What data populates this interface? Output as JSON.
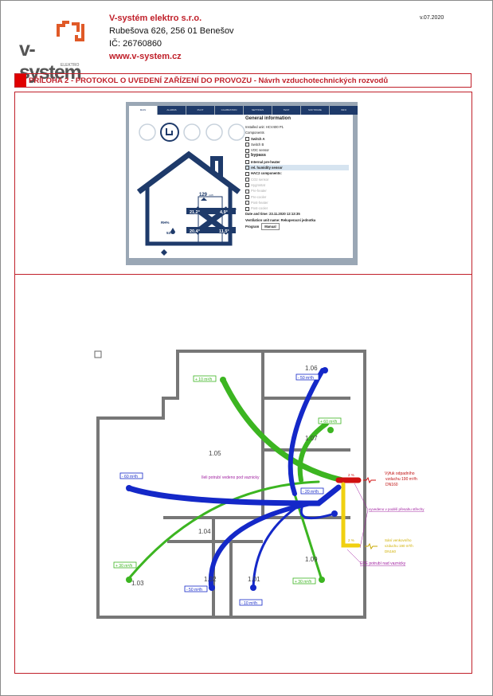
{
  "header": {
    "logo_text": "v-system",
    "logo_sub": "ELEKTRO",
    "company": "V-systém elektro s.r.o.",
    "address": "Rubešova 626, 256 01 Benešov",
    "ic": "IČ: 26760860",
    "web": "www.v-system.cz",
    "version": "v.07.2020"
  },
  "title": "PŘÍLOHA 2 - PROTOKOL O UVEDENÍ ZAŘÍZENÍ DO PROVOZU - Návrh vzduchotechnických rozvodů",
  "screenshot": {
    "tabs": [
      "MAIN",
      "ALARMS",
      "PLOT",
      "CALIBRATION",
      "SETTINGS",
      "TEST",
      "SOFTWARE",
      "INFO"
    ],
    "info": {
      "heading": "General information",
      "installed": "Installed unit:  HCV400 P1",
      "components": "Components",
      "items": [
        "Switch A",
        "Switch B",
        "VOC sensor",
        "bypass",
        "Internal pre-heater",
        "rel. humidity sensor"
      ],
      "hac2": "HAC2 components:",
      "hac2_items": [
        "CO2 sensor",
        "Hygrostat",
        "Pre-heater",
        "Pre-cooler",
        "Post-heater",
        "Post-cooler"
      ],
      "datetime": "Date and time:  23.11.2020 12:13:35",
      "unit_name": "Ventilation unit name:  Rekuperacní jednotka",
      "program_label": "Program",
      "program_value": "Manual"
    },
    "flow": "129",
    "flow_unit": "m³/h",
    "temps": [
      "21,2°",
      "4,9°",
      "20,4°",
      "11,5°"
    ],
    "rh_label": "RH%",
    "rh_value": "53"
  },
  "plan": {
    "rooms": [
      "1.06",
      "1.07",
      "1.05",
      "1.04",
      "1.03",
      "1.02",
      "1.01",
      "1.09"
    ],
    "flows": [
      "+ 10 m³/h",
      "- 50 m³/h",
      "+ 60 m³/h",
      "- 60 m³/h",
      "- 20 m³/h",
      "+ 30 m³/h",
      "- 50 m³/h",
      "- 10 m³/h",
      "+ 30 m³/h"
    ],
    "note_ceiling": "Ileli potrubí vedeno pod vaznicky",
    "exhaust": [
      "Výfuk odpadního",
      "vzduchu  190 m³/h",
      "DN160"
    ],
    "intake": [
      "Sání venkovního",
      "vzduchu  190 m³/h",
      "DN160"
    ],
    "roof_note": "vyvedeno v podélí přesahu střechy",
    "epe_note": "EPE potrubí nad vaznicky",
    "slope": "2 %",
    "colors": {
      "supply": "#3cb521",
      "extract": "#1428c8",
      "exhaust": "#d01010",
      "intake": "#f0d010"
    }
  }
}
